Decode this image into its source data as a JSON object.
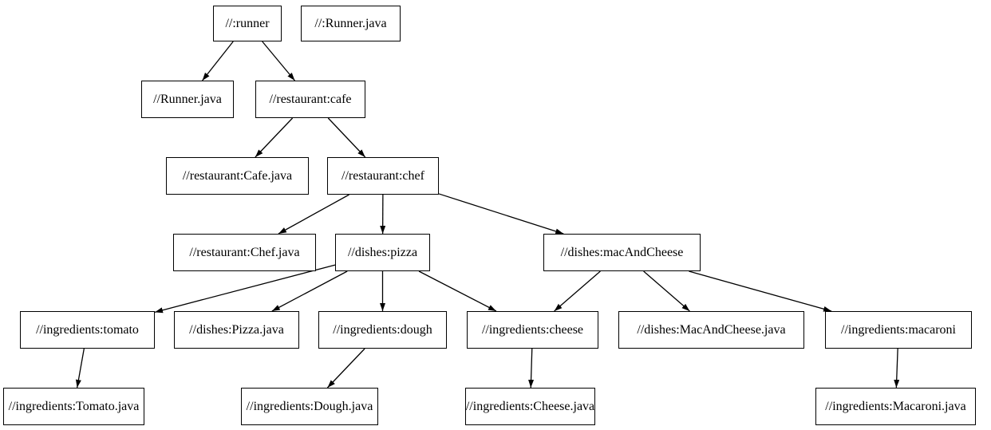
{
  "diagram": {
    "kind": "dependency-graph",
    "background_color": "#ffffff",
    "node_fill_color": "#ffffff",
    "node_border_color": "#000000",
    "edge_color": "#000000",
    "text_color": "#000000"
  },
  "nodes": [
    {
      "id": "runner",
      "label": "//:runner"
    },
    {
      "id": "runner-java-src",
      "label": "//:Runner.java"
    },
    {
      "id": "runner-java",
      "label": "//Runner.java"
    },
    {
      "id": "cafe",
      "label": "//restaurant:cafe"
    },
    {
      "id": "cafe-java",
      "label": "//restaurant:Cafe.java"
    },
    {
      "id": "chef",
      "label": "//restaurant:chef"
    },
    {
      "id": "chef-java",
      "label": "//restaurant:Chef.java"
    },
    {
      "id": "pizza",
      "label": "//dishes:pizza"
    },
    {
      "id": "mac-and-cheese",
      "label": "//dishes:macAndCheese"
    },
    {
      "id": "tomato",
      "label": "//ingredients:tomato"
    },
    {
      "id": "pizza-java",
      "label": "//dishes:Pizza.java"
    },
    {
      "id": "dough",
      "label": "//ingredients:dough"
    },
    {
      "id": "cheese",
      "label": "//ingredients:cheese"
    },
    {
      "id": "mac-and-cheese-java",
      "label": "//dishes:MacAndCheese.java"
    },
    {
      "id": "macaroni",
      "label": "//ingredients:macaroni"
    },
    {
      "id": "tomato-java",
      "label": "//ingredients:Tomato.java"
    },
    {
      "id": "dough-java",
      "label": "//ingredients:Dough.java"
    },
    {
      "id": "cheese-java",
      "label": "//ingredients:Cheese.java"
    },
    {
      "id": "macaroni-java",
      "label": "//ingredients:Macaroni.java"
    }
  ],
  "edges": [
    {
      "from": "runner",
      "to": "runner-java"
    },
    {
      "from": "runner",
      "to": "cafe"
    },
    {
      "from": "cafe",
      "to": "cafe-java"
    },
    {
      "from": "cafe",
      "to": "chef"
    },
    {
      "from": "chef",
      "to": "chef-java"
    },
    {
      "from": "chef",
      "to": "pizza"
    },
    {
      "from": "chef",
      "to": "mac-and-cheese"
    },
    {
      "from": "pizza",
      "to": "tomato"
    },
    {
      "from": "pizza",
      "to": "pizza-java"
    },
    {
      "from": "pizza",
      "to": "dough"
    },
    {
      "from": "pizza",
      "to": "cheese"
    },
    {
      "from": "mac-and-cheese",
      "to": "cheese"
    },
    {
      "from": "mac-and-cheese",
      "to": "mac-and-cheese-java"
    },
    {
      "from": "mac-and-cheese",
      "to": "macaroni"
    },
    {
      "from": "tomato",
      "to": "tomato-java"
    },
    {
      "from": "dough",
      "to": "dough-java"
    },
    {
      "from": "cheese",
      "to": "cheese-java"
    },
    {
      "from": "macaroni",
      "to": "macaroni-java"
    }
  ]
}
